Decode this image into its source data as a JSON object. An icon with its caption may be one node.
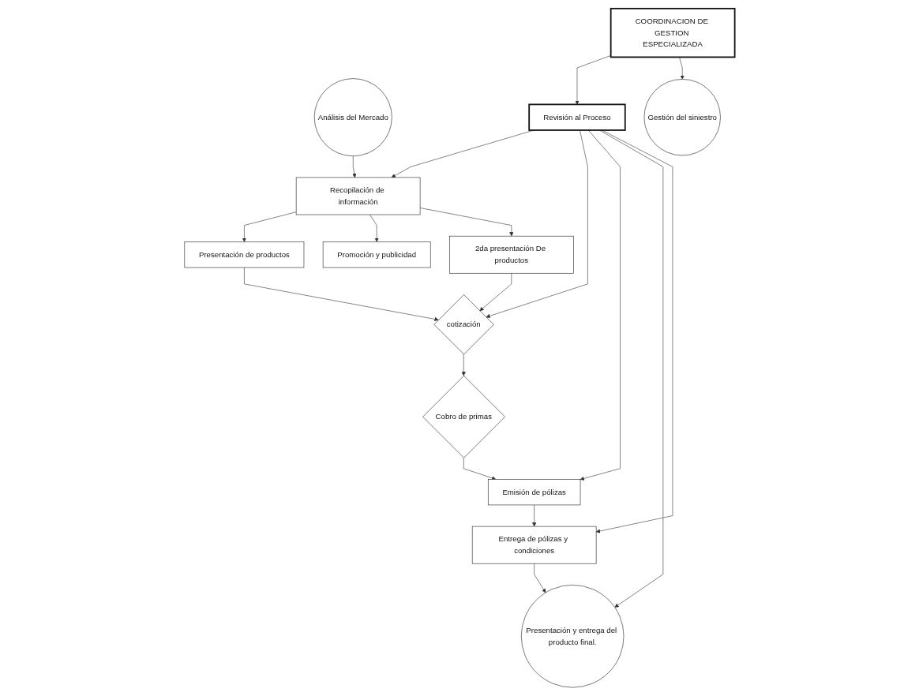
{
  "diagram": {
    "nodes": [
      {
        "text": [
          "Análisis del Mercado"
        ]
      },
      {
        "text": [
          "Recopilación de información"
        ]
      },
      {
        "text": [
          "Presentación de productos"
        ]
      },
      {
        "text": [
          "cotización"
        ]
      },
      {
        "text": [
          "2da presentación De productos"
        ]
      },
      {
        "text": [
          "Promoción y publicidad"
        ]
      },
      {
        "text": [
          "Cobro de primas"
        ]
      },
      {
        "text": [
          "COORDINACION DE GESTION ESPECIALIZADA"
        ]
      },
      {
        "text": [
          "Revisión al Proceso"
        ]
      },
      {
        "text": [
          "Emisión de pólizas"
        ]
      },
      {
        "text": [
          "Gestión del siniestro"
        ]
      },
      {
        "text": [
          "Presentación y entrega del producto final."
        ]
      },
      {
        "text": [
          "Entrega de pólizas y condiciones"
        ]
      }
    ],
    "edges": [
      {
        "from": 0,
        "to": 1,
        "arrow": "to"
      },
      {
        "from": 1,
        "to": 2,
        "arrow": "to"
      },
      {
        "from": 2,
        "to": 3,
        "arrow": "to"
      },
      {
        "from": 1,
        "to": 5,
        "arrow": "to"
      },
      {
        "from": 1,
        "to": 4,
        "arrow": "to"
      },
      {
        "from": 4,
        "to": 3,
        "arrow": "to"
      },
      {
        "from": 3,
        "to": 6,
        "arrow": "to"
      },
      {
        "from": 6,
        "to": 9,
        "arrow": "to"
      },
      {
        "from": 7,
        "to": 8,
        "arrow": "to"
      },
      {
        "from": 8,
        "to": 1,
        "arrow": "to"
      },
      {
        "from": 8,
        "to": 3,
        "arrow": "to"
      },
      {
        "from": 8,
        "to": 9,
        "arrow": "to"
      },
      {
        "from": 8,
        "to": 11,
        "arrow": "to"
      },
      {
        "from": 8,
        "to": 12,
        "arrow": "to"
      },
      {
        "from": 9,
        "to": 12,
        "arrow": "to"
      },
      {
        "from": 12,
        "to": 11,
        "arrow": "to"
      },
      {
        "from": 7,
        "to": 10,
        "arrow": "to"
      }
    ]
  }
}
